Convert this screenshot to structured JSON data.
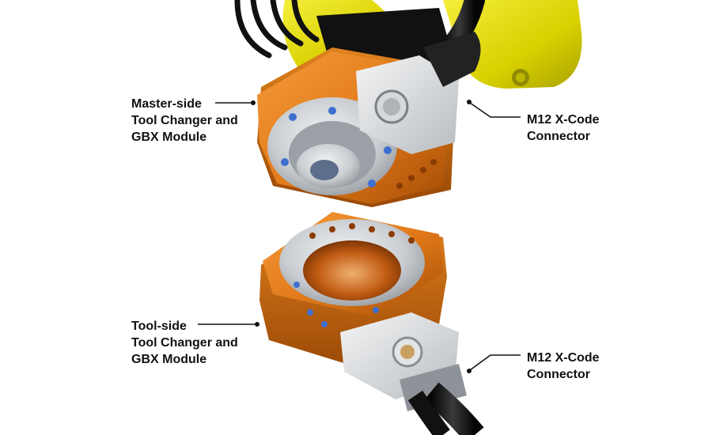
{
  "callouts": {
    "master": {
      "lines": [
        "Master-side",
        "Tool Changer and",
        "GBX Module"
      ]
    },
    "tool": {
      "lines": [
        "Tool-side",
        "Tool Changer and",
        "GBX Module"
      ]
    },
    "connector_top": {
      "lines": [
        "M12 X-Code",
        "Connector"
      ]
    },
    "connector_bottom": {
      "lines": [
        "M12 X-Code",
        "Connector"
      ]
    }
  },
  "colors": {
    "robot_yellow": "#e8e000",
    "housing_orange": "#e07818",
    "steel": "#c8ccd0",
    "cable_black": "#1a1a1a",
    "screw_blue": "#3d6fd1",
    "leader_line": "#111111"
  }
}
